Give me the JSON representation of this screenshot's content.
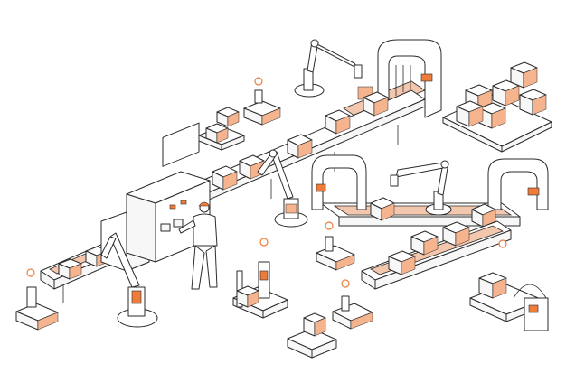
{
  "colors": {
    "accent": "#f07c3c",
    "accent_light": "#f6b48e",
    "outline": "#2b2b2b",
    "background": "#ffffff"
  },
  "scene": {
    "description_icons": [
      "conveyor-belt",
      "robotic-arm",
      "cardboard-box",
      "agv-robot",
      "operator-worker",
      "control-panel",
      "forklift-cart",
      "pallet",
      "location-pin"
    ]
  }
}
